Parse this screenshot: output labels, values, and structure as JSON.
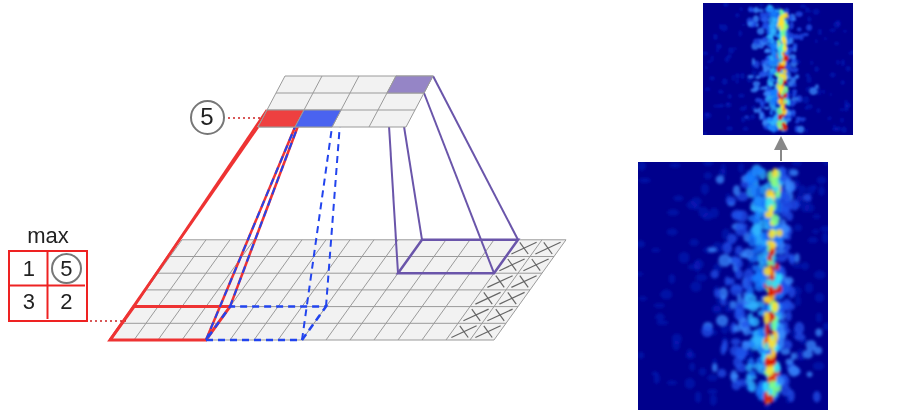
{
  "diagram": {
    "nodes": [
      {
        "text": [
          "5"
        ]
      },
      {
        "text": [
          "max"
        ]
      },
      {
        "text": [
          "1"
        ],
        "in": 1
      },
      {
        "text": [
          "5"
        ],
        "in": 1
      },
      {
        "text": [
          "3"
        ],
        "in": 1
      },
      {
        "text": [
          "2"
        ],
        "in": 1
      }
    ]
  }
}
